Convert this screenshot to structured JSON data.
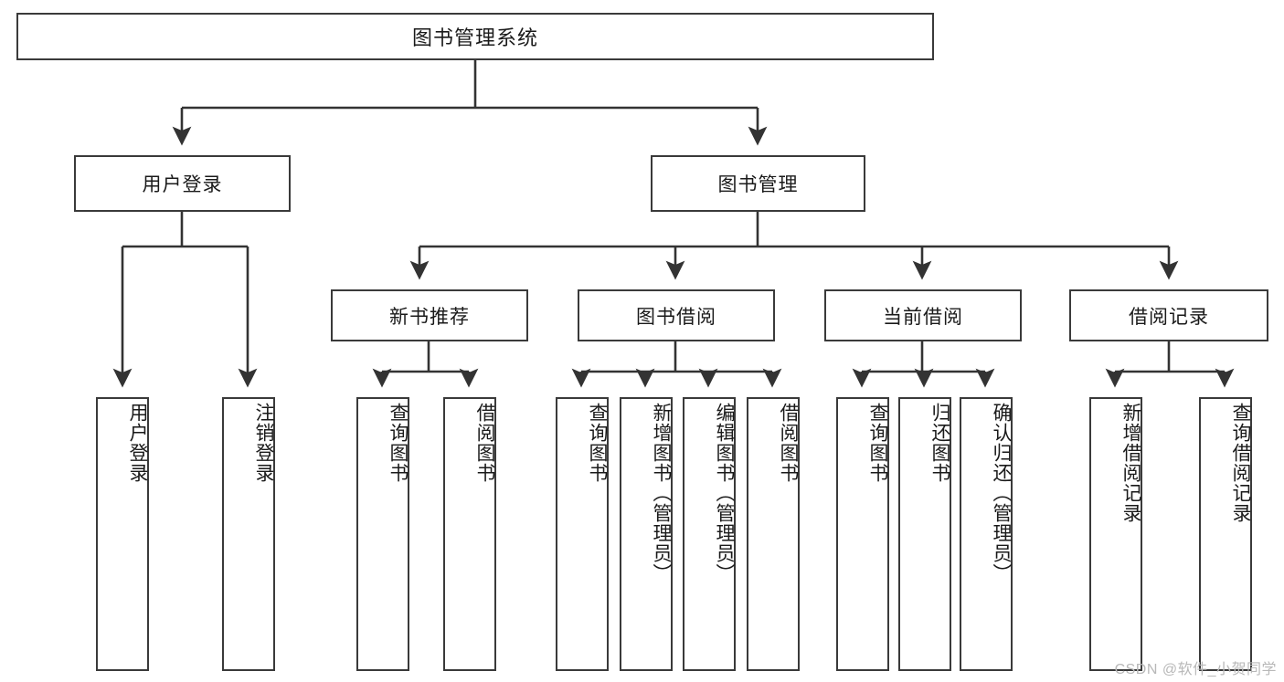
{
  "diagram": {
    "title": "图书管理系统",
    "type": "hierarchy-tree",
    "levels": 4,
    "colors": {
      "box_border": "#3a3a3a",
      "box_fill": "#ffffff",
      "connector": "#333333",
      "text": "#1a1a1a",
      "watermark": "#b8b8b8"
    },
    "root": {
      "label": "图书管理系统"
    },
    "level2": [
      {
        "label": "用户登录"
      },
      {
        "label": "图书管理"
      }
    ],
    "level3": [
      {
        "label": "新书推荐"
      },
      {
        "label": "图书借阅"
      },
      {
        "label": "当前借阅"
      },
      {
        "label": "借阅记录"
      }
    ],
    "leaves": {
      "user_login": [
        {
          "label": "用户登录"
        },
        {
          "label": "注销登录"
        }
      ],
      "new_book_recommend": [
        {
          "label": "查询图书"
        },
        {
          "label": "借阅图书"
        }
      ],
      "book_borrow": [
        {
          "label": "查询图书"
        },
        {
          "label": "新增图书（管理员）"
        },
        {
          "label": "编辑图书（管理员）"
        },
        {
          "label": "借阅图书"
        }
      ],
      "current_borrow": [
        {
          "label": "查询图书"
        },
        {
          "label": "归还图书"
        },
        {
          "label": "确认归还（管理员）"
        }
      ],
      "borrow_records": [
        {
          "label": "新增借阅记录"
        },
        {
          "label": "查询借阅记录"
        }
      ]
    }
  },
  "watermark": {
    "text": "CSDN @软件_小贺同学"
  }
}
